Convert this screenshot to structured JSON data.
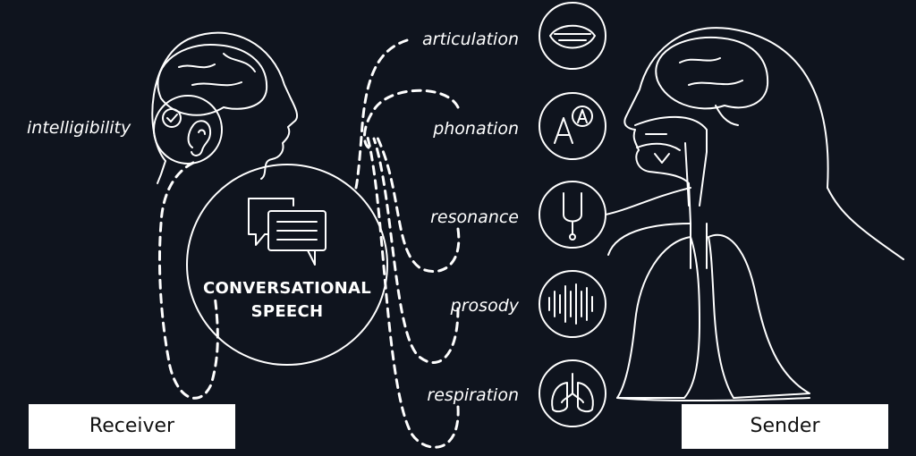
{
  "diagram": {
    "center": {
      "line1": "CONVERSATIONAL",
      "line2": "SPEECH",
      "icon": "chat-bubbles-icon"
    },
    "receiver_label": "Receiver",
    "sender_label": "Sender",
    "receiver_feature": {
      "label": "intelligibility",
      "icon": "ear-check-icon"
    },
    "sender_features": [
      {
        "label": "articulation",
        "icon": "mouth-icon"
      },
      {
        "label": "phonation",
        "icon": "letter-a-icon"
      },
      {
        "label": "resonance",
        "icon": "tuning-fork-icon"
      },
      {
        "label": "prosody",
        "icon": "sound-wave-icon"
      },
      {
        "label": "respiration",
        "icon": "lungs-icon"
      }
    ],
    "colors": {
      "background": "#0f141e",
      "line": "#ffffff",
      "box": "#ffffff"
    }
  }
}
